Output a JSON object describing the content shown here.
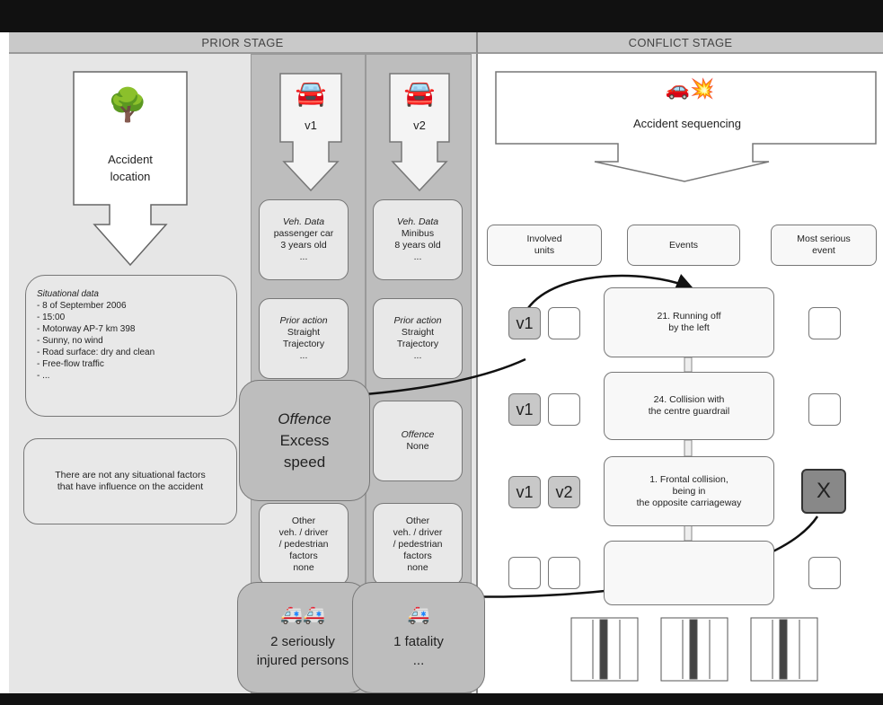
{
  "headers": {
    "prior": "PRIOR STAGE",
    "conflict": "CONFLICT STAGE"
  },
  "location": {
    "line1": "Accident",
    "line2": "location"
  },
  "vehicles": {
    "v1": "v1",
    "v2": "v2"
  },
  "veh_data": {
    "v1": {
      "title": "Veh. Data",
      "l1": "passenger car",
      "l2": "3 years old",
      "l3": "..."
    },
    "v2": {
      "title": "Veh. Data",
      "l1": "Minibus",
      "l2": "8 years old",
      "l3": "..."
    }
  },
  "prior_action": {
    "v1": {
      "title": "Prior action",
      "l1": "Straight",
      "l2": "Trajectory",
      "l3": "..."
    },
    "v2": {
      "title": "Prior action",
      "l1": "Straight",
      "l2": "Trajectory",
      "l3": "..."
    }
  },
  "offence": {
    "v1": {
      "title": "Offence",
      "l1": "Excess",
      "l2": "speed"
    },
    "v2": {
      "title": "Offence",
      "l1": "None"
    }
  },
  "other_factors": {
    "v1": {
      "l1": "Other",
      "l2": "veh. / driver",
      "l3": "/ pedestrian",
      "l4": "factors",
      "l5": "none"
    },
    "v2": {
      "l1": "Other",
      "l2": "veh. / driver",
      "l3": "/ pedestrian",
      "l4": "factors",
      "l5": "none"
    }
  },
  "injuries": {
    "v1": {
      "l1": "2 seriously",
      "l2": "injured persons"
    },
    "v2": {
      "l1": "1 fatality",
      "l2": "..."
    }
  },
  "situational": {
    "title": "Situational data",
    "items": [
      "- 8 of September 2006",
      "- 15:00",
      "- Motorway AP-7 km 398",
      "- Sunny, no wind",
      "- Road surface: dry and clean",
      "- Free-flow traffic",
      "- ..."
    ]
  },
  "situational_factors": {
    "l1": "There are not any situational factors",
    "l2": "that have influence on the accident"
  },
  "sequencing": {
    "label": "Accident sequencing"
  },
  "columns": {
    "units_l1": "Involved",
    "units_l2": "units",
    "events": "Events",
    "serious_l1": "Most serious",
    "serious_l2": "event"
  },
  "events": [
    {
      "l1": "21. Running off",
      "l2": "by the left",
      "l3": ""
    },
    {
      "l1": "24. Collision with",
      "l2": "the centre guardrail",
      "l3": ""
    },
    {
      "l1": "1. Frontal collision,",
      "l2": "being in",
      "l3": "the opposite carriageway"
    },
    {
      "l1": "",
      "l2": "",
      "l3": ""
    }
  ],
  "serious_mark": "X"
}
